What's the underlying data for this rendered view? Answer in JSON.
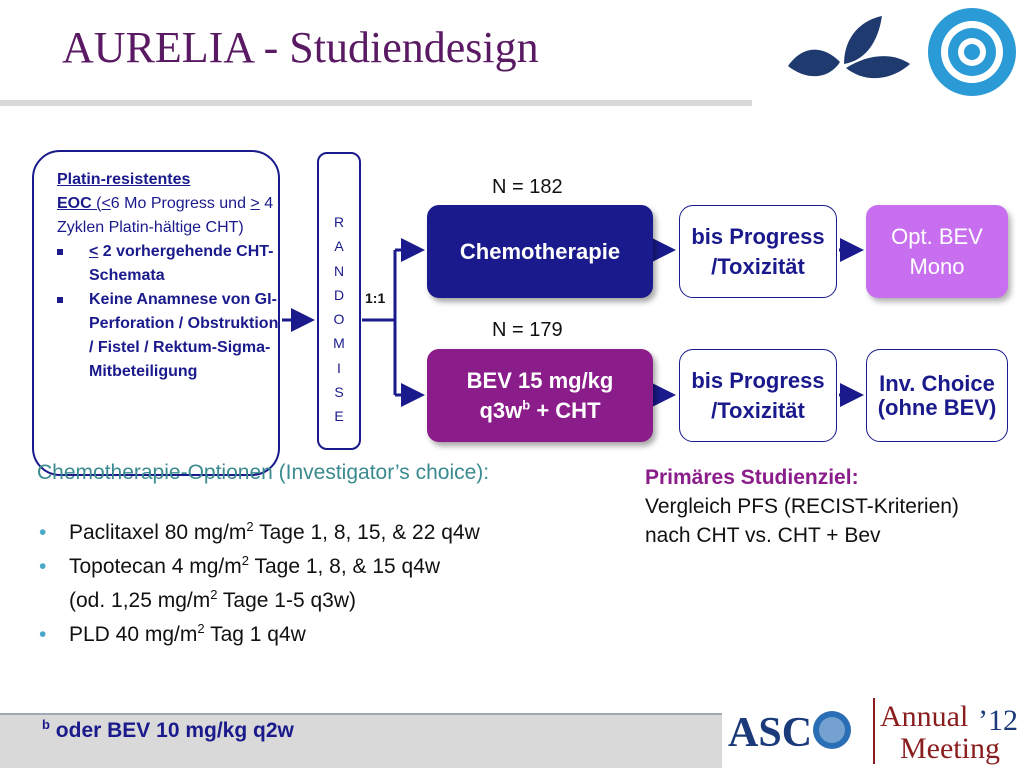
{
  "title": "AURELIA - Studiendesign",
  "eligibility": {
    "heading_line1": "Platin-resistentes",
    "heading_eoc": "EOC",
    "heading_rest_open": " (",
    "lt": "<",
    "heading_mo": "6 Mo Progress und ",
    "gt": ">",
    "heading_end": " 4 Zyklen Platin-hältige CHT)",
    "bullet1_sym": "<",
    "bullet1": " 2 vorhergehende CHT-Schemata",
    "bullet2": "Keine Anamnese von GI-Perforation / Obstruktion / Fistel / Rektum-Sigma-Mitbeteiligung"
  },
  "randomise_letters": [
    "R",
    "A",
    "N",
    "D",
    "O",
    "M",
    "I",
    "S",
    "E"
  ],
  "ratio": "1:1",
  "arm1": {
    "n": "N = 182",
    "treatment": "Chemotherapie",
    "until": "bis Progress /Toxizität",
    "after": "Opt. BEV Mono"
  },
  "arm2": {
    "n": "N = 179",
    "treatment_line1": "BEV 15 mg/kg",
    "treatment_line2a": "q3w",
    "treatment_sup": "b",
    "treatment_line2b": " + CHT",
    "until": "bis Progress /Toxizität",
    "after": "Inv. Choice (ohne BEV)"
  },
  "options": {
    "heading": "Chemotherapie-Optionen (Investigator’s choice):",
    "items": [
      {
        "a": "Paclitaxel 80 mg/m",
        "sup": "2",
        "b": " Tage 1, 8, 15, & 22 q4w"
      },
      {
        "a": "Topotecan 4 mg/m",
        "sup": "2",
        "b": " Tage 1, 8, & 15 q4w"
      },
      {
        "a": "(od. 1,25 mg/m",
        "sup": "2",
        "b": " Tage 1-5 q3w)"
      },
      {
        "a": "PLD 40 mg/m",
        "sup": "2",
        "b": " Tag 1 q4w"
      }
    ],
    "bullet_char": "•"
  },
  "endpoint": {
    "heading": "Primäres Studienziel:",
    "line1": "Vergleich PFS (RECIST-Kriterien)",
    "line2": "nach CHT vs. CHT + Bev"
  },
  "footnote": {
    "sup": "b",
    "text": " oder BEV 10 mg/kg q2w"
  },
  "conference": {
    "asco": "ASC",
    "annual": "Annual",
    "year": "’12",
    "meeting": "Meeting"
  },
  "colors": {
    "navy": "#1a1a8c",
    "purple": "#8a1d8a",
    "light_purple": "#c86ff0",
    "teal": "#3a8a8f",
    "title": "#5a1a63"
  }
}
